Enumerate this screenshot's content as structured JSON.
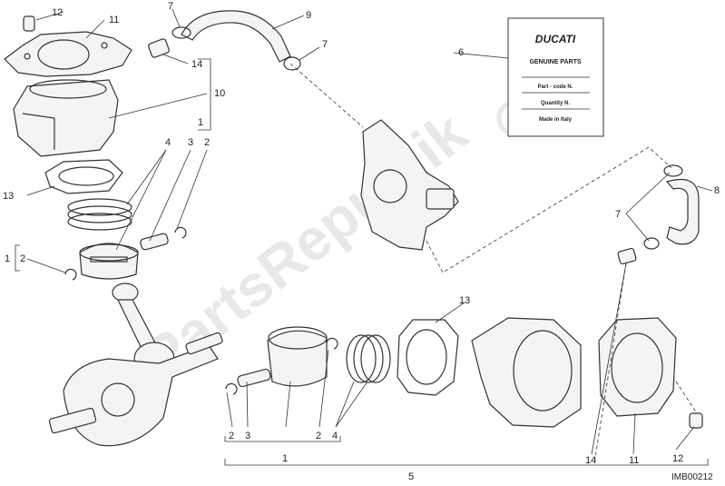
{
  "diagram": {
    "image_code": "IMB00212",
    "watermark_text": "PartsRepublik",
    "callouts": [
      "1",
      "2",
      "3",
      "4",
      "5",
      "6",
      "7",
      "8",
      "9",
      "10",
      "11",
      "12",
      "13",
      "14"
    ]
  },
  "label_card": {
    "brand": "DUCATI",
    "title": "GENUINE PARTS",
    "fields": [
      "Part - code N.",
      "Quantity N.",
      "Made in Italy"
    ]
  }
}
